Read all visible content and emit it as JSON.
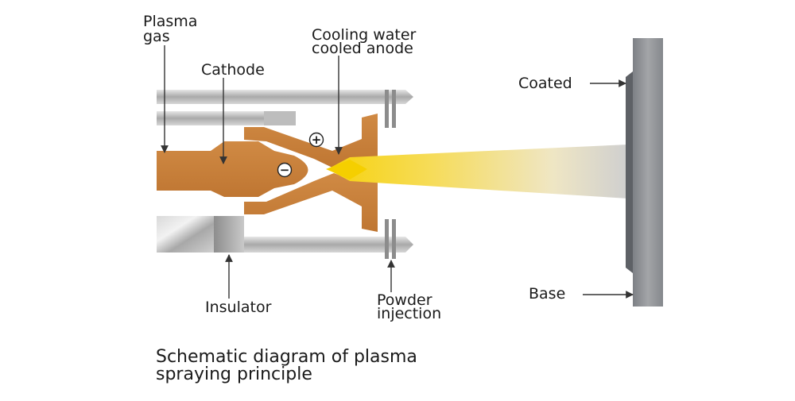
{
  "labels": {
    "plasma_gas_line1": "Plasma",
    "plasma_gas_line2": "gas",
    "cathode": "Cathode",
    "anode_line1": "Cooling water",
    "anode_line2": "cooled anode",
    "coated": "Coated",
    "base": "Base",
    "insulator": "Insulator",
    "powder_line1": "Powder",
    "powder_line2": "injection"
  },
  "symbols": {
    "plus": "+",
    "minus": "−"
  },
  "caption": {
    "line1": "Schematic diagram of plasma",
    "line2": "spraying principle"
  },
  "colors": {
    "copper": "#c8813b",
    "steel": "#b8b8b8",
    "flame_core": "#f7d40a",
    "base_plate": "#8f9194",
    "arrow": "#333333"
  }
}
